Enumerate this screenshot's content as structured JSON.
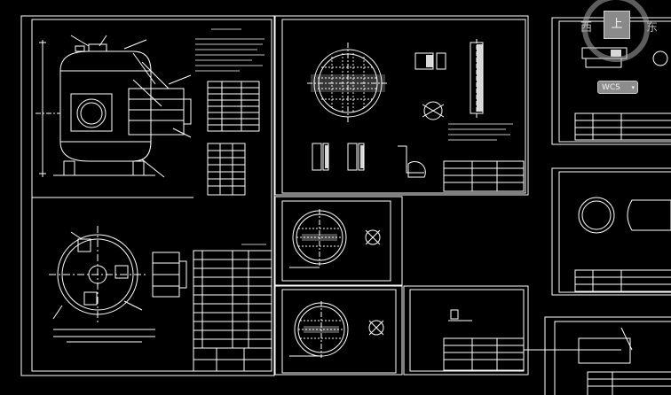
{
  "viewcube": {
    "top_label": "上",
    "west_label": "西",
    "east_label": "东"
  },
  "ucs": {
    "label": "WCS",
    "caret": "▾"
  },
  "colors": {
    "background": "#000000",
    "linework": "#ffffff",
    "viewcube": "#8a8a8a"
  }
}
